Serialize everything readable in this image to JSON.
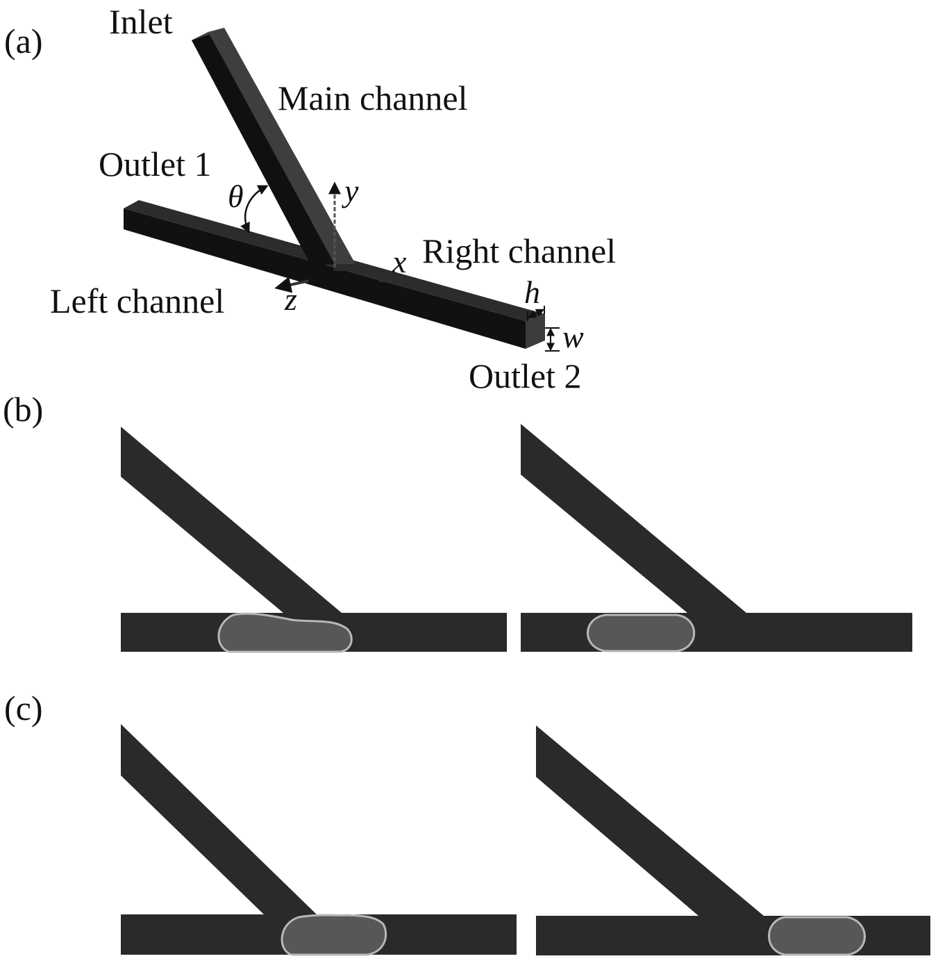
{
  "panels": {
    "a": {
      "label": "(a)",
      "labels": {
        "inlet": "Inlet",
        "main_channel": "Main channel",
        "outlet1": "Outlet 1",
        "theta": "θ",
        "y_axis": "y",
        "x_axis": "x",
        "z_axis": "z",
        "right_channel": "Right channel",
        "left_channel": "Left channel",
        "h": "h",
        "w": "w",
        "outlet2": "Outlet 2"
      }
    },
    "b": {
      "label": "(b)"
    },
    "c": {
      "label": "(c)"
    }
  },
  "colors": {
    "channel_2d": "#2a2a2a",
    "channel_3d_dark": "#111111",
    "channel_3d_top": "#3a3a3a",
    "channel_3d_side": "#555555",
    "droplet_fill": "#575757",
    "droplet_edge": "#b8b8b8",
    "text": "#111111"
  }
}
